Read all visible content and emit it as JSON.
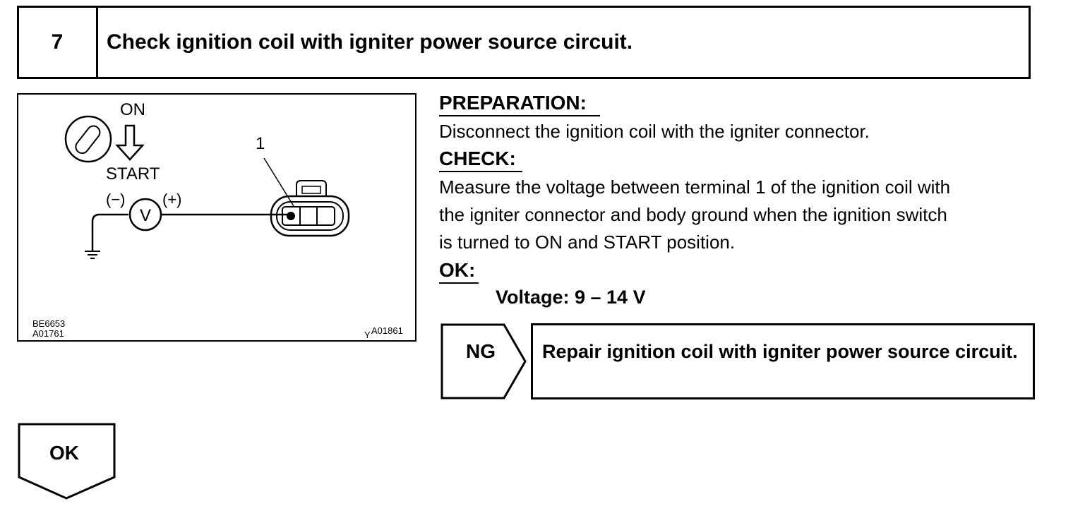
{
  "step": {
    "number": "7",
    "title": "Check ignition coil with igniter power source circuit."
  },
  "figure": {
    "switch_on_label": "ON",
    "switch_start_label": "START",
    "terminal_label": "1",
    "minus_label": "(−)",
    "plus_label": "(+)",
    "voltmeter_symbol": "V",
    "code_line1": "BE6653",
    "code_line2": "A01761",
    "code_right_prefix": "Y",
    "code_right": "A01861",
    "icons": [
      "ignition-key-icon",
      "down-arrow-icon",
      "voltmeter-icon",
      "ground-icon",
      "connector-icon"
    ]
  },
  "preparation": {
    "heading": "PREPARATION:",
    "text": "Disconnect the ignition coil with the igniter connector."
  },
  "check": {
    "heading": "CHECK:",
    "lines": [
      "Measure the voltage between terminal 1 of the ignition coil with",
      "the igniter connector and body ground when the ignition switch",
      "is turned to ON and START position."
    ]
  },
  "ok_spec": {
    "heading": "OK:",
    "value": "Voltage: 9 – 14 V"
  },
  "ng": {
    "label": "NG",
    "action": "Repair ignition coil with igniter power source circuit."
  },
  "ok_flow": {
    "label": "OK"
  }
}
